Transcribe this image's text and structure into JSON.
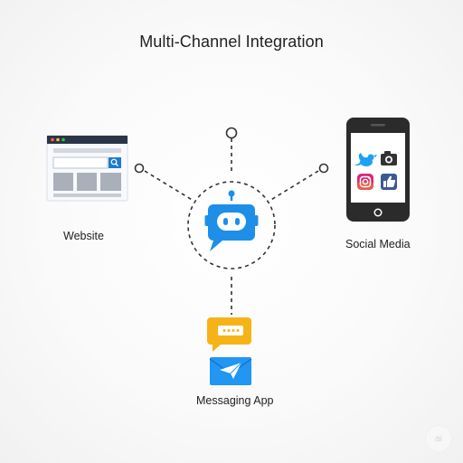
{
  "title": "Multi-Channel Integration",
  "nodes": {
    "website": {
      "label": "Website",
      "icon": "browser-window-icon"
    },
    "social_media": {
      "label": "Social Media",
      "icon": "smartphone-icon",
      "apps": [
        "twitter-icon",
        "camera-icon",
        "instagram-icon",
        "facebook-like-icon"
      ]
    },
    "messaging_app": {
      "label": "Messaging App",
      "icons": [
        "chat-bubble-icon",
        "email-icon"
      ]
    },
    "hub": {
      "icon": "chatbot-icon"
    }
  },
  "colors": {
    "bot_blue": "#1d8fe8",
    "chat_yellow": "#f6b318",
    "envelope_blue": "#2196f3",
    "browser_bar": "#2b3547",
    "dashed_line": "#333333"
  },
  "corner_badge": "ai"
}
